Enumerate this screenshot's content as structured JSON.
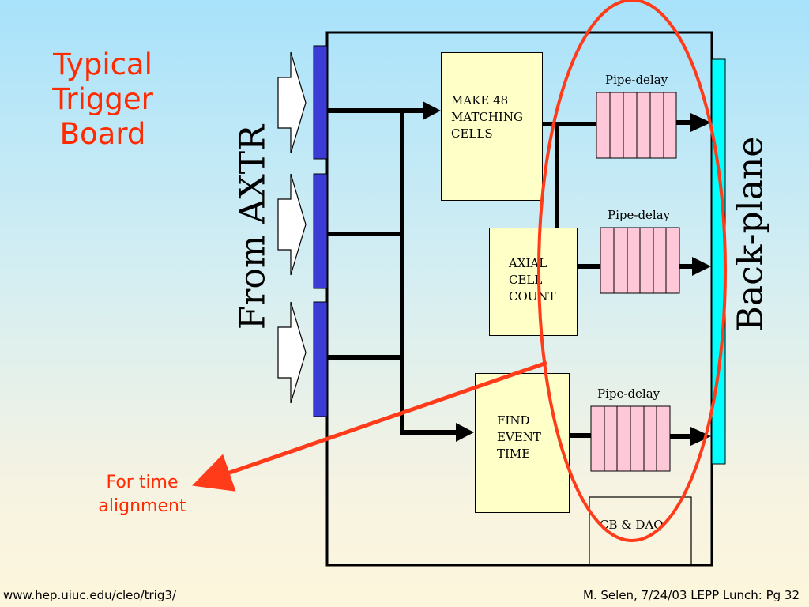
{
  "title": {
    "line1": "Typical",
    "line2": "Trigger",
    "line3": "Board"
  },
  "side_labels": {
    "input": "From AXTR",
    "output": "Back-plane"
  },
  "blocks": {
    "make_cells": {
      "line1": "MAKE 48",
      "line2": "MATCHING",
      "line3": "CELLS"
    },
    "axial_count": {
      "line1": "AXIAL",
      "line2": "CELL",
      "line3": "COUNT"
    },
    "event_time": {
      "line1": "FIND",
      "line2": "EVENT",
      "line3": "TIME"
    },
    "cb_daq": "CB & DAQ"
  },
  "pipe_delays": [
    "Pipe-delay",
    "Pipe-delay",
    "Pipe-delay"
  ],
  "annotation": {
    "line1": "For time",
    "line2": "alignment"
  },
  "footer": {
    "url": "www.hep.uiuc.edu/cleo/trig3/",
    "credit": "M. Selen, 7/24/03 LEPP Lunch: Pg 32"
  },
  "colors": {
    "title_red": "#ff2a00",
    "connector_blue": "#3b3bd6",
    "backplane_cyan": "#00ffff",
    "block_fill": "#ffffc8",
    "pipe_fill": "#ffc8d8",
    "highlight_red": "#ff3b1a"
  },
  "icons": [
    "input-arrow-icon",
    "data-arrow-icon"
  ]
}
